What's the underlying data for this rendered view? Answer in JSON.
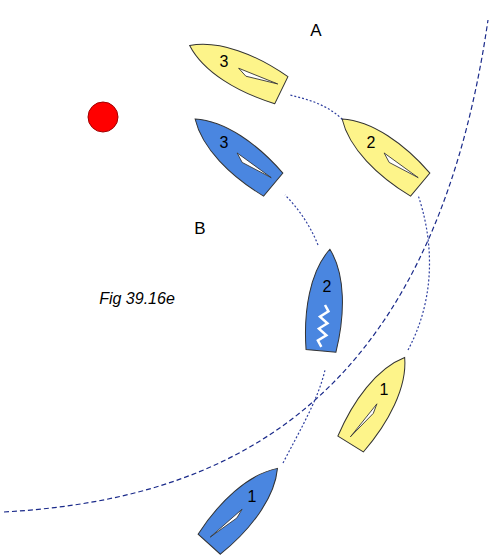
{
  "diagram": {
    "labels": [
      "3",
      "A",
      "3",
      "2",
      "B",
      "Fig 39.16e",
      "2",
      "1",
      "1"
    ]
  }
}
